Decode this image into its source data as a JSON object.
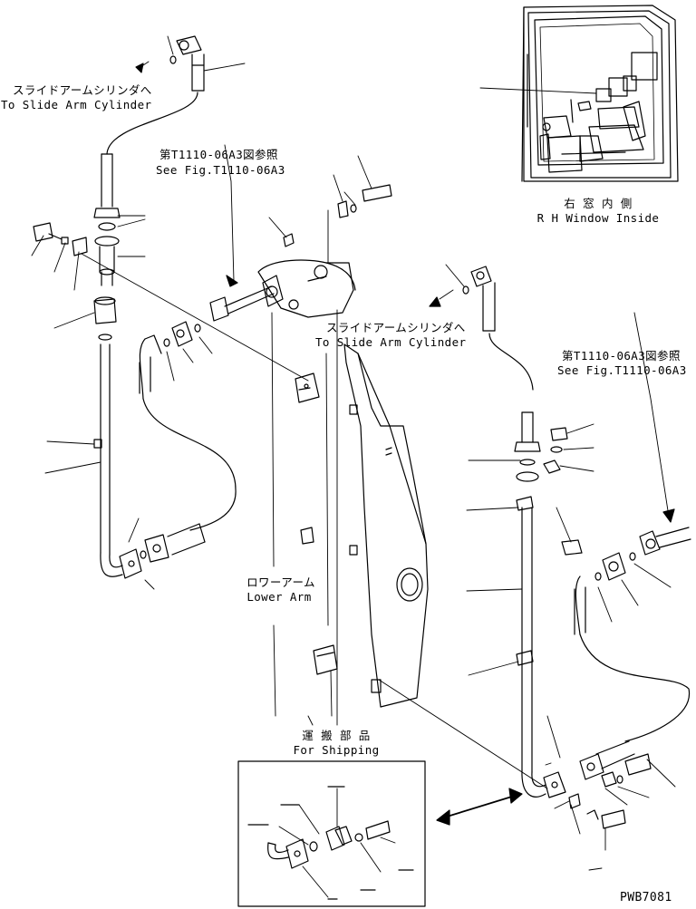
{
  "labels": {
    "top_left_jp": "スライドアームシリンダへ",
    "top_left_en": "To Slide Arm Cylinder",
    "ref_top_jp": "第T1110-06A3図参照",
    "ref_top_en": "See Fig.T1110-06A3",
    "window_jp": "右 窓 内 側",
    "window_en": "R H  Window Inside",
    "mid_jp": "スライドアームシリンダへ",
    "mid_en": "To Slide Arm Cylinder",
    "ref_right_jp": "第T1110-06A3図参照",
    "ref_right_en": "See Fig.T1110-06A3",
    "lower_arm_jp": "ロワーアーム",
    "lower_arm_en": "Lower Arm",
    "shipping_jp": "運 搬 部 品",
    "shipping_en": "For Shipping",
    "drawing_code": "PWB7081"
  },
  "colors": {
    "line": "#000000",
    "background": "#ffffff"
  }
}
